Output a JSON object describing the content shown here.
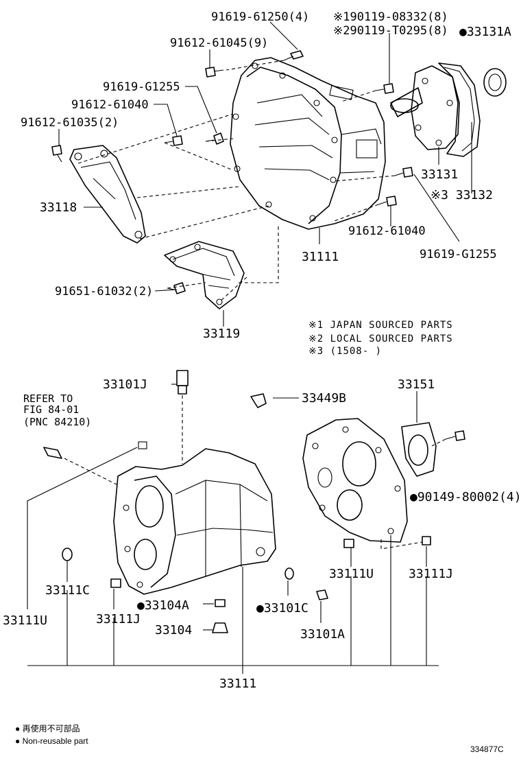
{
  "labels": {
    "p_91619_61250": "91619-61250(4)",
    "p_90119_08332": "※190119-08332(8)",
    "p_90119_T0295": "※290119-T0295(8)",
    "p_33131A": "●33131A",
    "p_91612_61045": "91612-61045(9)",
    "p_91619_G1255_top": "91619-G1255",
    "p_91612_61040_top": "91612-61040",
    "p_91612_61035": "91612-61035(2)",
    "p_33118": "33118",
    "p_33131": "33131",
    "p_33132": "※3 33132",
    "p_91612_61040_right": "91612-61040",
    "p_31111": "31111",
    "p_91619_G1255_right": "91619-G1255",
    "p_91651_61032": "91651-61032(2)",
    "p_33119": "33119",
    "p_33101J": "33101J",
    "p_33449B": "33449B",
    "p_33151": "33151",
    "p_90149_80002": "●90149-80002(4)",
    "p_33111U_mid": "33111U",
    "p_33111J_right": "33111J",
    "p_33111C": "33111C",
    "p_33104A": "●33104A",
    "p_33101C": "●33101C",
    "p_33111U_left": "33111U",
    "p_33111J_left": "33111J",
    "p_33104": "33104",
    "p_33101A": "33101A",
    "p_33111": "33111"
  },
  "notes": {
    "n1": "※1 JAPAN SOURCED PARTS",
    "n2": "※2 LOCAL SOURCED PARTS",
    "n3": "※3 (1508-     )"
  },
  "refer": {
    "line1": "REFER TO",
    "line2": "FIG 84-01",
    "line3": "(PNC 84210)"
  },
  "legend": {
    "jp": "● 再使用不可部品",
    "en": "● Non-reusable part"
  },
  "figure_id": "334877C"
}
